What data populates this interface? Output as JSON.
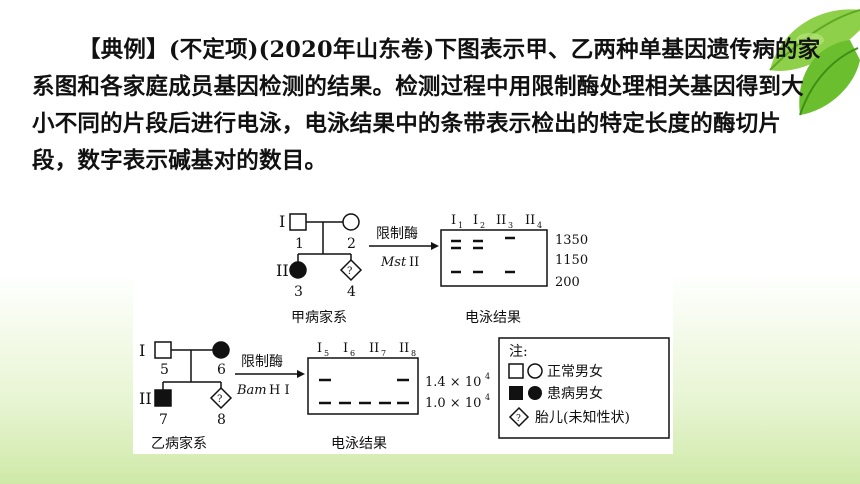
{
  "paragraph": {
    "tag": "【典例】",
    "meta": "(不定项)(2020年山东卷)",
    "text": "下图表示甲、乙两种单基因遗传病的家系图和各家庭成员基因检测的结果。检测过程中用限制酶处理相关基因得到大小不同的片段后进行电泳，电泳结果中的条带表示检出的特定长度的酶切片段，数字表示碱基对的数目。"
  },
  "figure_a": {
    "gen1": "I",
    "gen2": "II",
    "ids": [
      "1",
      "2",
      "3",
      "4"
    ],
    "fetus_mark": "?",
    "enzyme": "限制酶",
    "enzyme_name_italic": "Mst",
    "enzyme_name_roman": "II",
    "lanes": [
      "I",
      "I",
      "II",
      "II"
    ],
    "lane_subs": [
      "1",
      "2",
      "3",
      "4"
    ],
    "sizes": [
      "1350",
      "1150",
      "200"
    ],
    "caption_pedigree": "甲病家系",
    "caption_gel": "电泳结果"
  },
  "figure_b": {
    "gen1": "I",
    "gen2": "II",
    "ids": [
      "5",
      "6",
      "7",
      "8"
    ],
    "fetus_mark": "?",
    "enzyme": "限制酶",
    "enzyme_name_italic": "Bam",
    "enzyme_name_roman": "H I",
    "lanes": [
      "I",
      "I",
      "II",
      "II"
    ],
    "lane_subs": [
      "5",
      "6",
      "7",
      "8"
    ],
    "sizes_base": [
      "1.4 × 10",
      "1.0 × 10"
    ],
    "sizes_exp": [
      "4",
      "4"
    ],
    "caption_pedigree": "乙病家系",
    "caption_gel": "电泳结果"
  },
  "legend": {
    "title": "注:",
    "normal": "正常男女",
    "affected": "患病男女",
    "fetus": "胎儿(未知性状)",
    "fetus_mark": "?"
  }
}
